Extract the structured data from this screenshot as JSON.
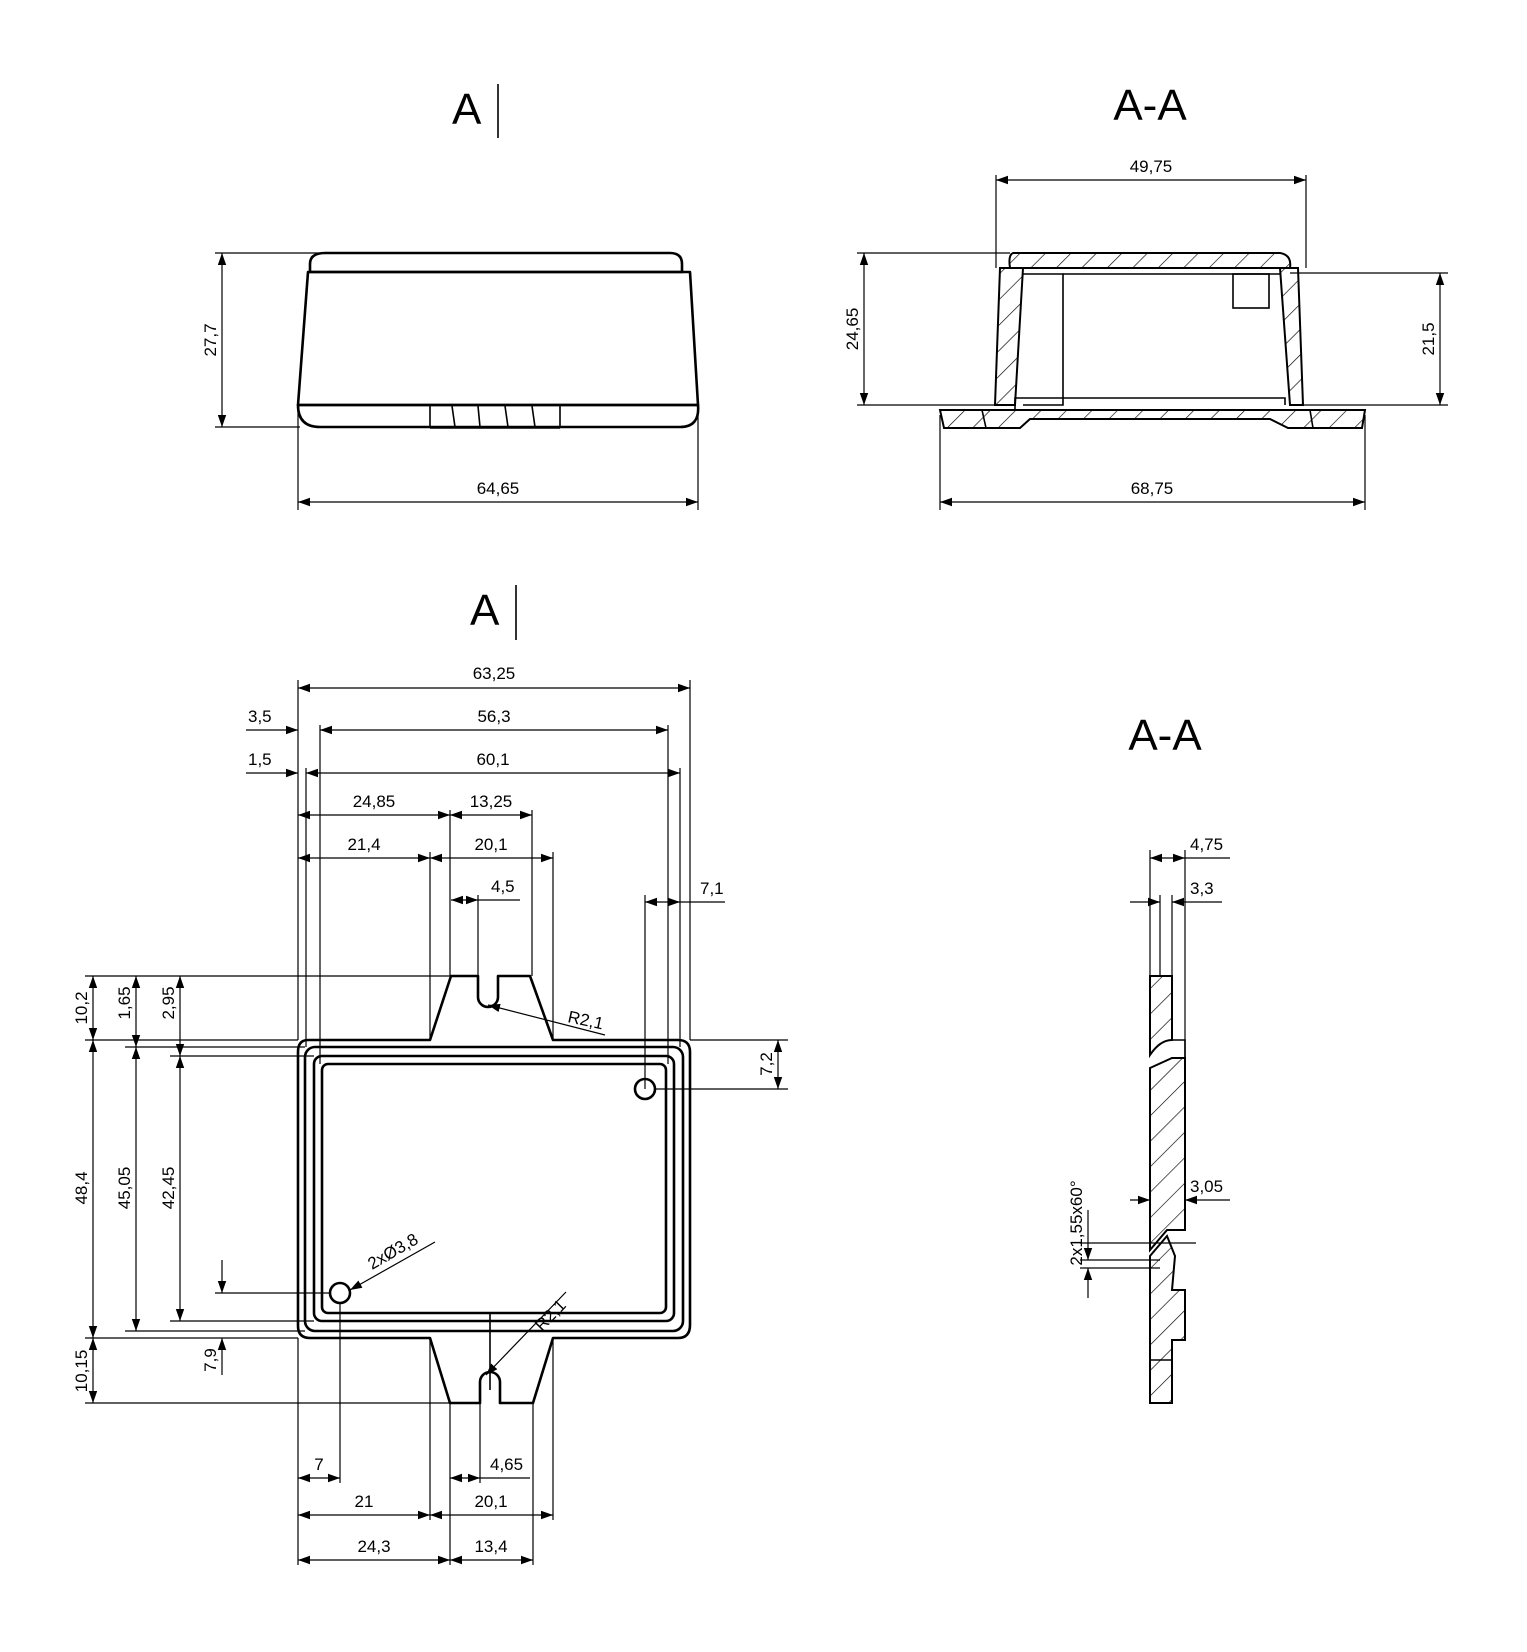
{
  "views": {
    "front_title": "A",
    "section_title": "A-A",
    "top_title": "A",
    "detail_title": "A-A"
  },
  "dims": {
    "front": {
      "height": "27,7",
      "width": "64,65"
    },
    "section": {
      "top": "49,75",
      "height_left": "24,65",
      "height_right": "21,5",
      "bottom": "68,75"
    },
    "top": {
      "d63_25": "63,25",
      "d3_5": "3,5",
      "d56_3": "56,3",
      "d1_5": "1,5",
      "d60_1": "60,1",
      "d24_85": "24,85",
      "d13_25": "13,25",
      "d21_4": "21,4",
      "d20_1_top": "20,1",
      "d4_5": "4,5",
      "d7_1": "7,1",
      "d10_2": "10,2",
      "d1_65": "1,65",
      "d2_95": "2,95",
      "r_top": "R2,1",
      "d7_2": "7,2",
      "d48_4": "48,4",
      "d45_05": "45,05",
      "d42_45": "42,45",
      "holes": "2xØ3,8",
      "r_bottom": "R2,1",
      "d7_9": "7,9",
      "d10_15": "10,15",
      "d7": "7",
      "d4_65": "4,65",
      "d21": "21",
      "d20_1_bot": "20,1",
      "d24_3": "24,3",
      "d13_4": "13,4"
    },
    "detail": {
      "d4_75": "4,75",
      "d3_3": "3,3",
      "d3_05": "3,05",
      "chamfer": "2x1,55x60°"
    }
  }
}
